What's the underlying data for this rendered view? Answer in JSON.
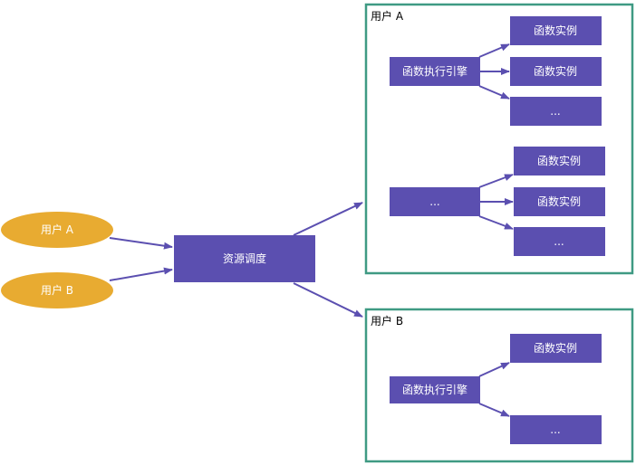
{
  "users": {
    "a": "用户 A",
    "b": "用户 B"
  },
  "scheduler": "资源调度",
  "groups": {
    "a": {
      "title": "用户 A",
      "engine1": "函数执行引擎",
      "engine2": "...",
      "instances1": [
        "函数实例",
        "函数实例",
        "..."
      ],
      "instances2": [
        "函数实例",
        "函数实例",
        "..."
      ]
    },
    "b": {
      "title": "用户 B",
      "engine1": "函数执行引擎",
      "instances1": [
        "函数实例",
        "..."
      ]
    }
  },
  "colors": {
    "node": "#5b4fb0",
    "user": "#e8ab31",
    "group_border": "#3f9a83",
    "arrow": "#5b4fb0"
  }
}
